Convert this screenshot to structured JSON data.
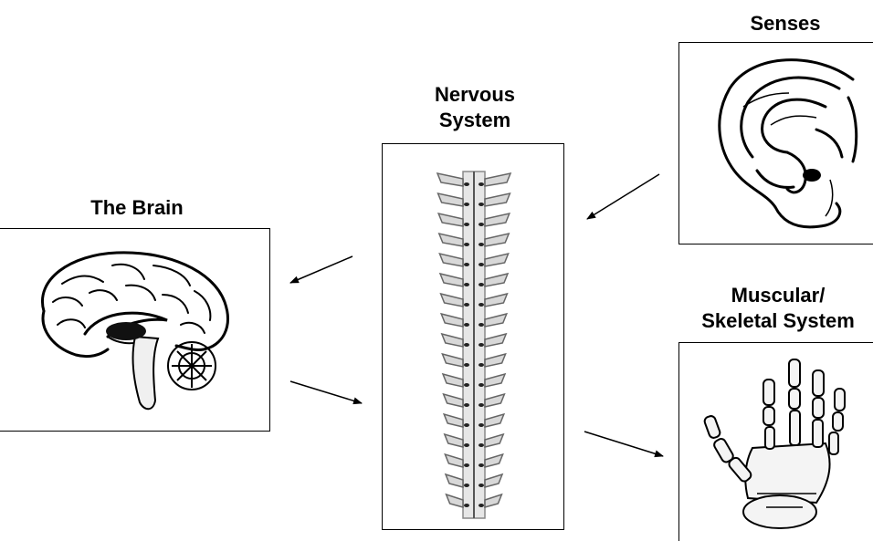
{
  "diagram": {
    "senses": {
      "title": "Senses",
      "illustration": "ear-icon"
    },
    "nervous_system": {
      "title_line1": "Nervous",
      "title_line2": "System",
      "illustration": "spinal-cord-icon"
    },
    "brain": {
      "title": "The Brain",
      "illustration": "brain-icon"
    },
    "muscular_skeletal": {
      "title_line1": "Muscular/",
      "title_line2": "Skeletal System",
      "illustration": "hand-skeleton-icon"
    }
  },
  "colors": {
    "line": "#000000",
    "background": "#ffffff"
  }
}
